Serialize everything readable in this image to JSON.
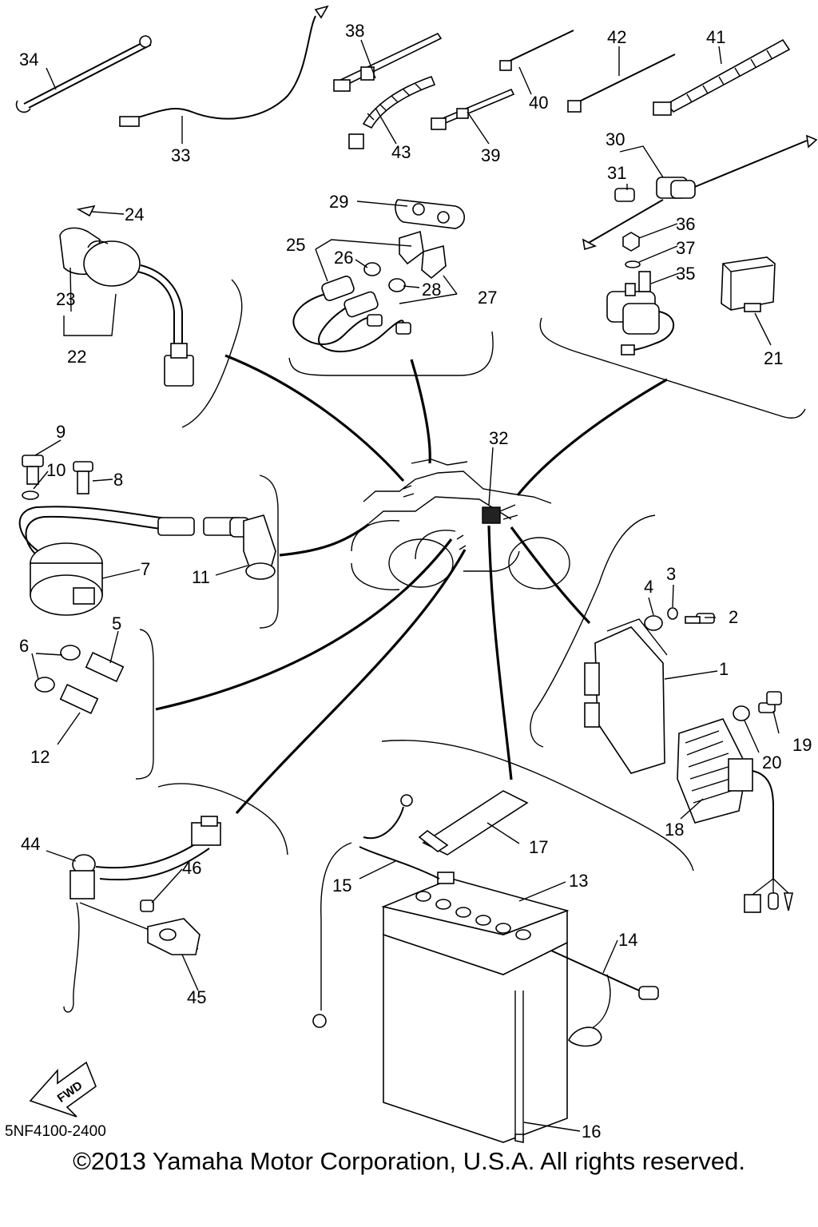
{
  "labels": {
    "p1": "1",
    "p2": "2",
    "p3": "3",
    "p4": "4",
    "p5": "5",
    "p6": "6",
    "p7": "7",
    "p8": "8",
    "p9": "9",
    "p10": "10",
    "p11": "11",
    "p12": "12",
    "p13": "13",
    "p14": "14",
    "p15": "15",
    "p16": "16",
    "p17": "17",
    "p18": "18",
    "p19": "19",
    "p20": "20",
    "p21": "21",
    "p22": "22",
    "p23": "23",
    "p24": "24",
    "p25": "25",
    "p26": "26",
    "p27": "27",
    "p28": "28",
    "p29": "29",
    "p30": "30",
    "p31": "31",
    "p32": "32",
    "p33": "33",
    "p34": "34",
    "p35": "35",
    "p36": "36",
    "p37": "37",
    "p38": "38",
    "p39": "39",
    "p40": "40",
    "p41": "41",
    "p42": "42",
    "p43": "43",
    "p44": "44",
    "p45": "45",
    "p46": "46"
  },
  "fwd_marker": "FWD",
  "diagram_code": "5NF4100-2400",
  "copyright": "©2013 Yamaha Motor Corporation, U.S.A. All rights reserved."
}
